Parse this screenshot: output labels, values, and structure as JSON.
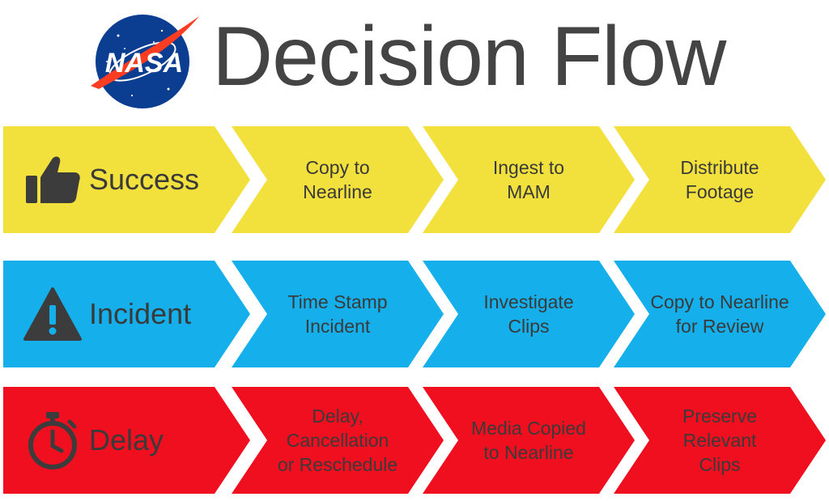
{
  "header": {
    "logo_text": "NASA",
    "title": "Decision Flow"
  },
  "colors": {
    "title": "#444444",
    "yellow": "#f2e03c",
    "blue": "#15b0eb",
    "red": "#f00f1f",
    "dark_text": "#3a3a3a",
    "icon_dark": "#3c3c3c"
  },
  "rows": [
    {
      "name": "success",
      "color": "#f2e03c",
      "text_color": "#3a3a3a",
      "icon": "thumbs-up-icon",
      "label": "Success",
      "steps": [
        "Copy to\nNearline",
        "Ingest to\nMAM",
        "Distribute\nFootage"
      ]
    },
    {
      "name": "incident",
      "color": "#15b0eb",
      "text_color": "#3a3a3a",
      "icon": "warning-icon",
      "label": "Incident",
      "steps": [
        "Time Stamp\nIncident",
        "Investigate\nClips",
        "Copy to Nearline\nfor Review"
      ]
    },
    {
      "name": "delay",
      "color": "#f00f1f",
      "text_color": "#3a3a3a",
      "icon": "stopwatch-icon",
      "label": "Delay",
      "steps": [
        "Delay, Cancellation\nor Reschedule",
        "Media Copied\nto Nearline",
        "Preserve Relevant\nClips"
      ]
    }
  ]
}
